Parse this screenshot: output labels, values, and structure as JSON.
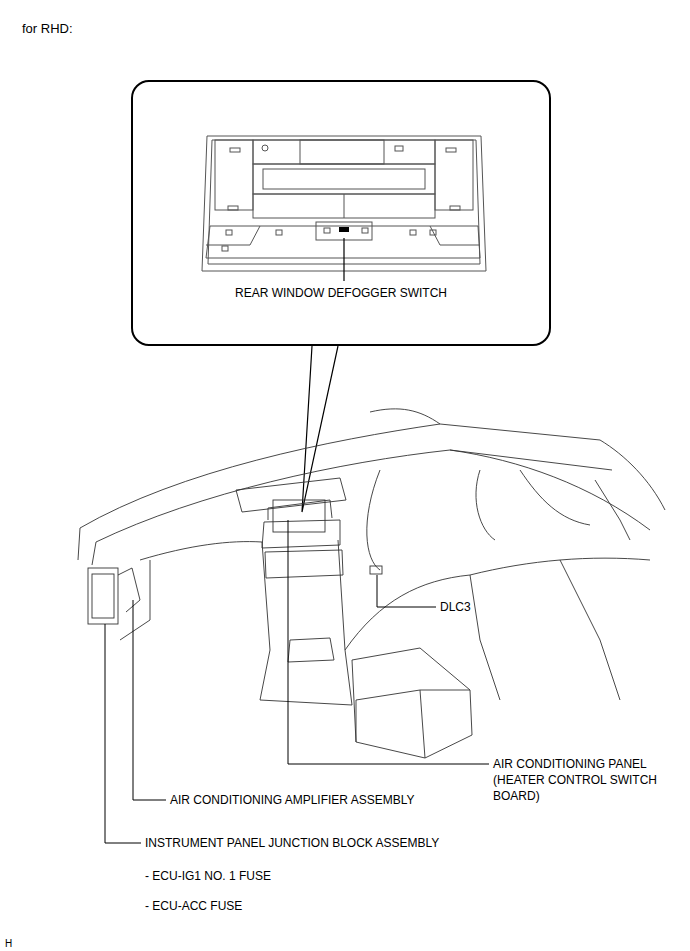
{
  "diagram": {
    "title": "for RHD:",
    "nodes": [
      {
        "text": [
          "REAR WINDOW DEFOGGER SWITCH"
        ]
      }
    ],
    "labels": [
      "DLC3",
      "AIR CONDITIONING PANEL (HEATER CONTROL SWITCH BOARD)",
      "AIR CONDITIONING AMPLIFIER ASSEMBLY",
      "INSTRUMENT PANEL JUNCTION BLOCK ASSEMBLY",
      "- ECU-IG1 NO. 1 FUSE",
      "- ECU-ACC FUSE",
      "H"
    ]
  }
}
